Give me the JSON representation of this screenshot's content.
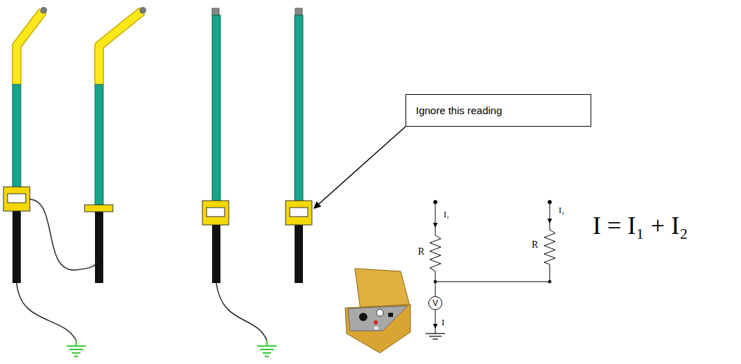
{
  "diagram": {
    "nodes": [
      {
        "text": [
          "Ignore this reading"
        ]
      },
      {
        "text": [
          "V"
        ]
      }
    ],
    "labels": [
      "I₁",
      "I₂",
      "R",
      "R",
      "I",
      "I = I₁ + I₂"
    ]
  }
}
